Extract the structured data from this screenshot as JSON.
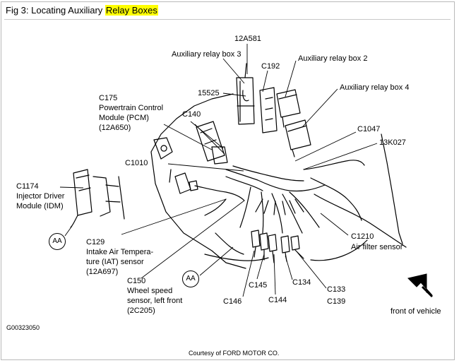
{
  "figure": {
    "title_prefix": "Fig 3: Locating Auxiliary ",
    "title_highlight": "Relay Boxes",
    "highlight_color": "#ffff00",
    "figure_id": "G00323050",
    "courtesy": "Courtesy of FORD MOTOR CO."
  },
  "labels": {
    "part_12a581": "12A581",
    "aux_relay_box_3": "Auxiliary relay box 3",
    "c192": "C192",
    "aux_relay_box_2": "Auxiliary relay box 2",
    "aux_relay_box_4": "Auxiliary relay box 4",
    "part_15525": "15525",
    "c175": "C175\nPowertrain Control\nModule (PCM)\n(12A650)",
    "c140": "C140",
    "c1047": "C1047",
    "part_13k027": "13K027",
    "c1010": "C1010",
    "c1174": "C1174\nInjector Driver\nModule (IDM)",
    "c129": "C129\nIntake Air Tempera-\nture (IAT) sensor\n(12A697)",
    "c1210": "C1210\nAir filter sensor",
    "c150": "C150\nWheel speed\nsensor, left front\n(2C205)",
    "c145": "C145",
    "c134": "C134",
    "c133": "C133",
    "c139": "C139",
    "c146": "C146",
    "c144": "C144",
    "front_of_vehicle": "front of vehicle",
    "aa_left": "AA",
    "aa_center": "AA"
  },
  "icons": {
    "direction_arrow": "front-direction-arrow-icon"
  }
}
